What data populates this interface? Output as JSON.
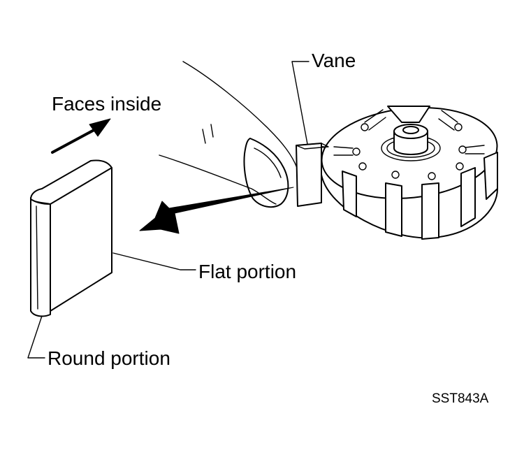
{
  "labels": {
    "faces_inside": "Faces inside",
    "vane": "Vane",
    "flat_portion": "Flat portion",
    "round_portion": "Round portion",
    "figure_code": "SST843A"
  }
}
